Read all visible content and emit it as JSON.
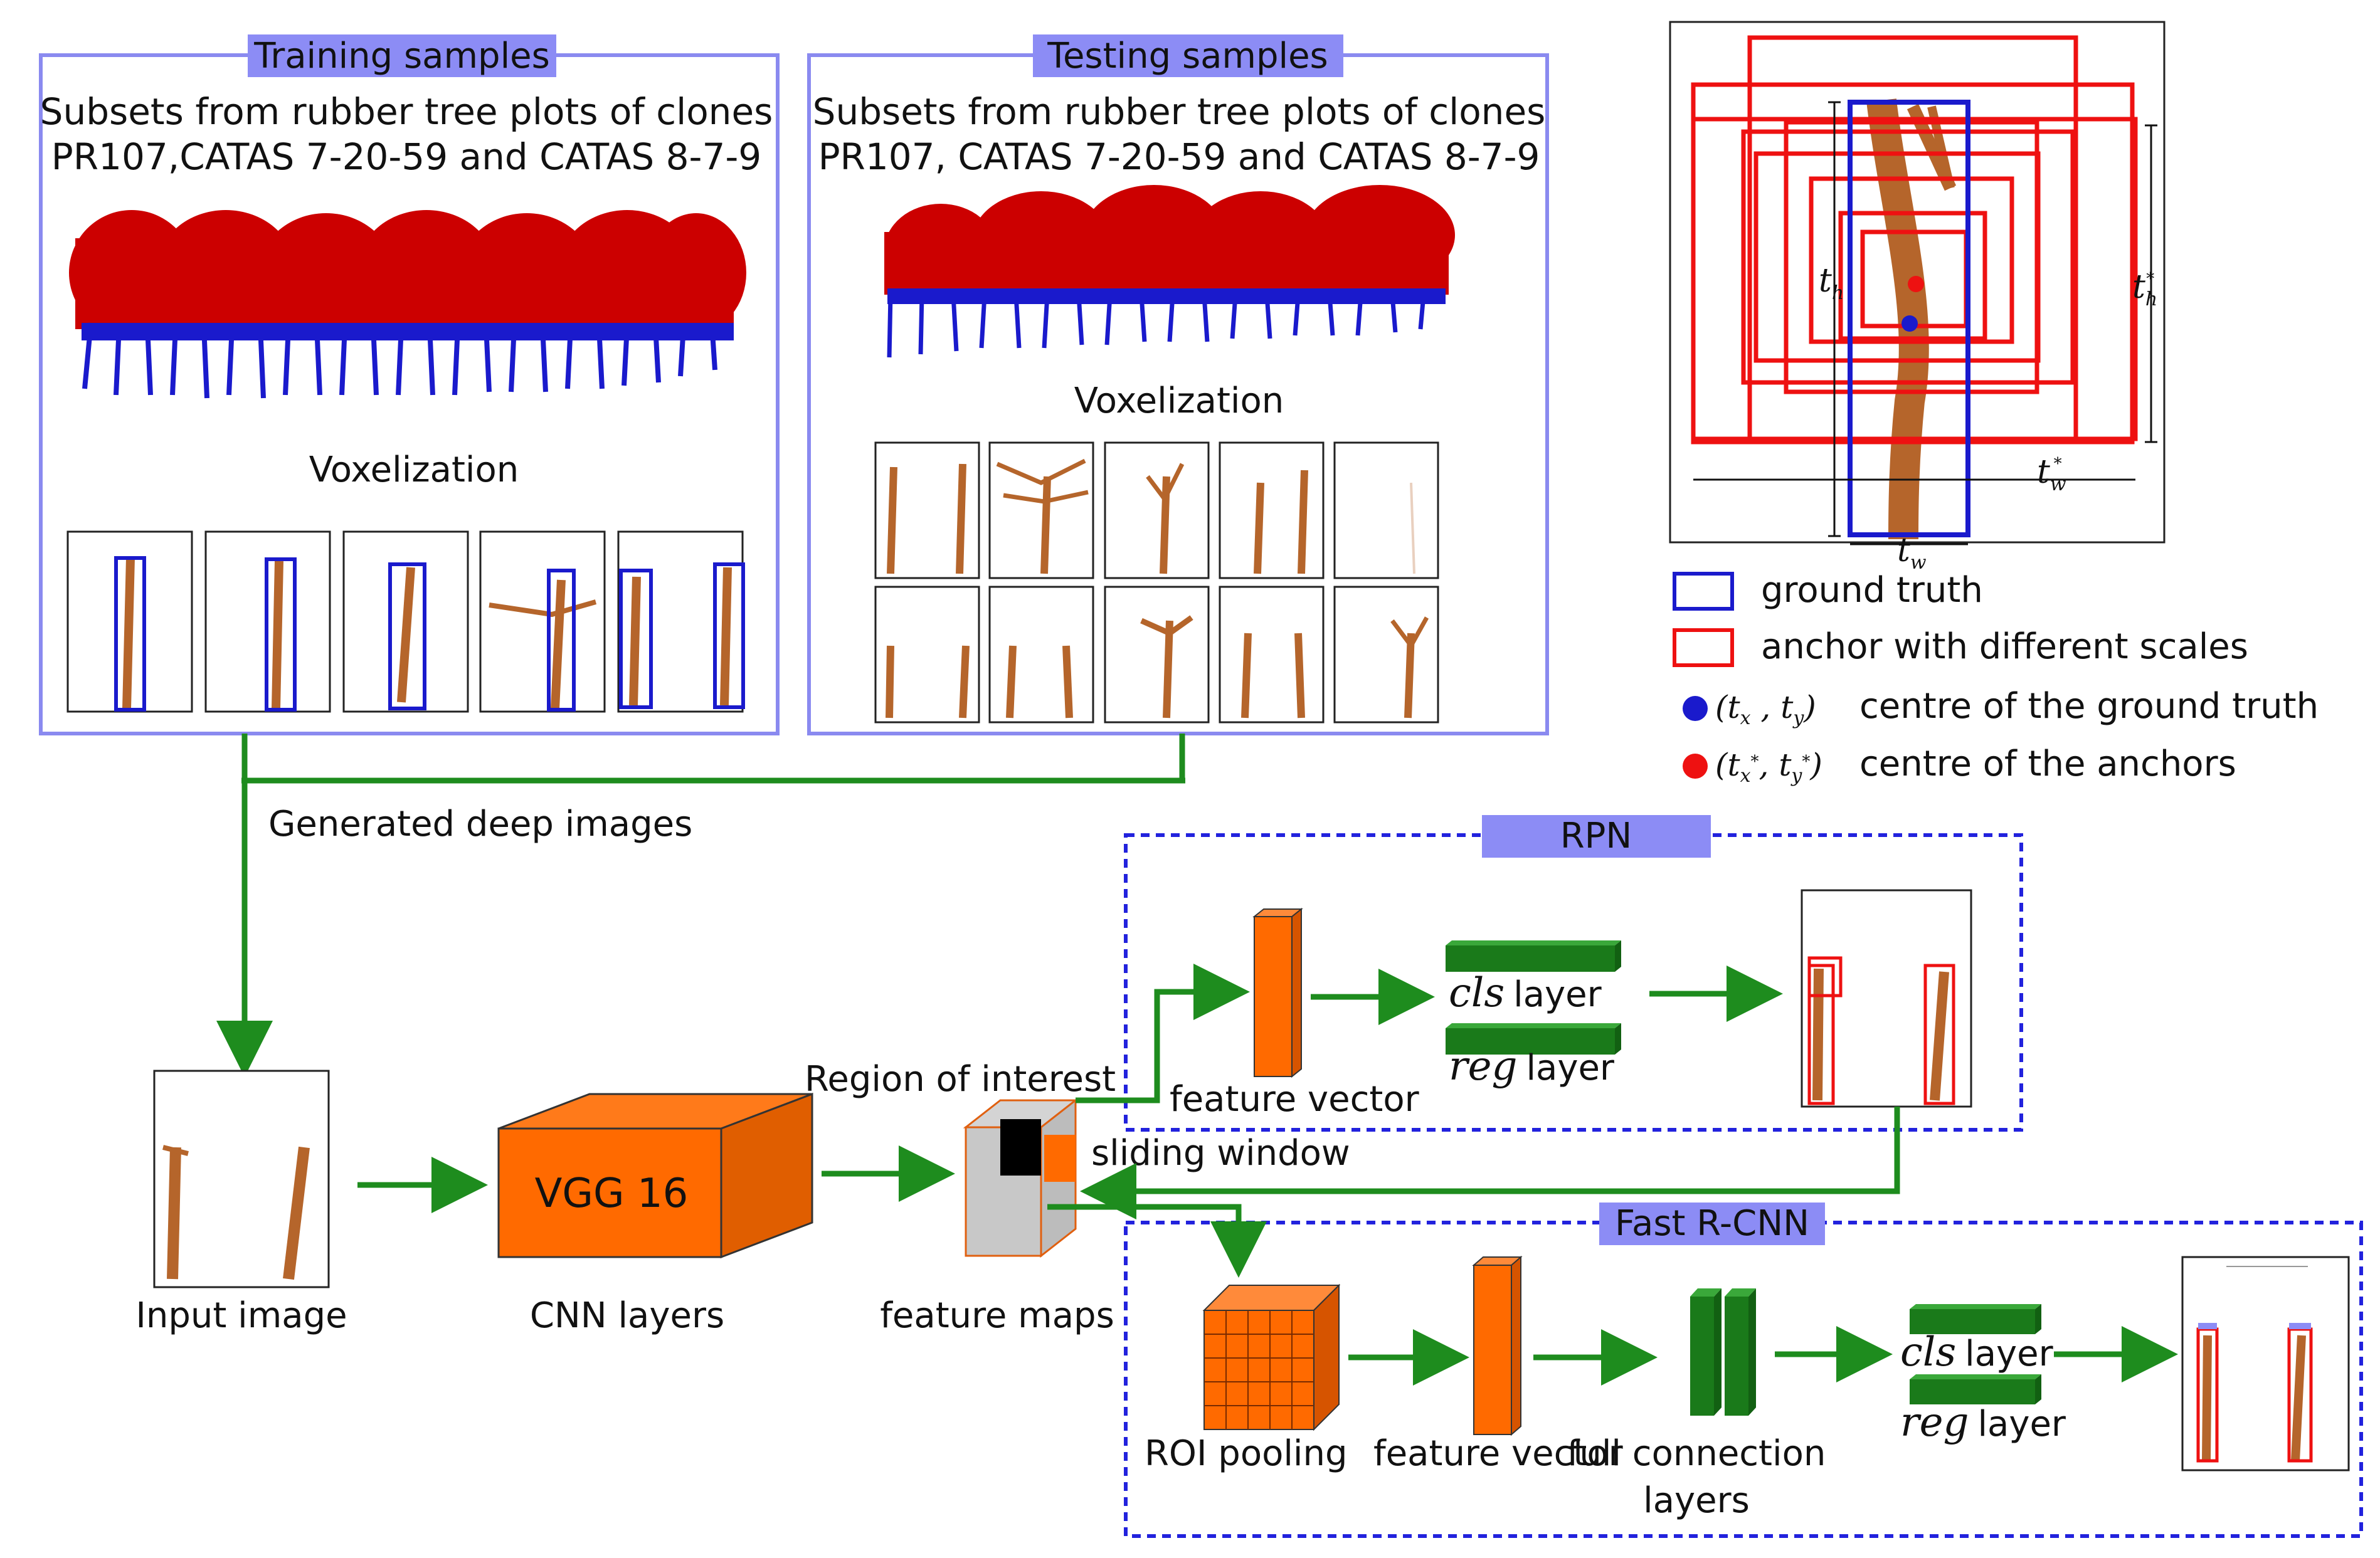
{
  "training": {
    "tag": "Training samples",
    "subtitle_line1": "Subsets from rubber tree plots of clones",
    "subtitle_line2": "PR107,CATAS 7-20-59 and CATAS 8-7-9",
    "voxelization": "Voxelization"
  },
  "testing": {
    "tag": "Testing samples",
    "subtitle_line1": "Subsets from rubber tree plots of clones",
    "subtitle_line2": "PR107, CATAS 7-20-59 and CATAS 8-7-9",
    "voxelization": "Voxelization"
  },
  "flow": {
    "generated": "Generated deep images",
    "input_image": "Input image",
    "vgg": "VGG 16",
    "cnn_layers": "CNN layers",
    "region_of_interest": "Region of interest",
    "sliding_window": "sliding window",
    "feature_maps": "feature maps"
  },
  "rpn": {
    "tag": "RPN",
    "feature_vector": "feature vector",
    "cls": "cls",
    "reg": "reg",
    "layer": "layer"
  },
  "fast_rcnn": {
    "tag": "Fast R-CNN",
    "roi_pooling": "ROI pooling",
    "feature_vector": "feature vector",
    "full_connection_1": "full connection",
    "full_connection_2": "layers",
    "cls": "cls",
    "reg": "reg",
    "layer": "layer"
  },
  "anchor_panel": {
    "th": "t",
    "th_sub": "h",
    "th_star": "t",
    "tw": "t",
    "tw_sub": "w",
    "tw_star": "t"
  },
  "legend": {
    "ground_truth": "ground truth",
    "anchor": "anchor with different scales",
    "gt_symbol": "(tx , ty)",
    "gt_centre": "centre of the ground truth",
    "anchor_symbol": "(tx* , ty*)",
    "anchor_centre": "centre of the anchors"
  },
  "colors": {
    "panel_border": "#8a8af0",
    "tag_fill": "#8c8cf5",
    "arrow": "#1e8c1e",
    "orange": "#ff6a00",
    "dashed": "#2222dd",
    "canopy": "#cc0000",
    "stem": "#1a1acc",
    "trunk": "#b5652b",
    "gt_box": "#1a1acc",
    "anchor_box": "#ee1111",
    "dark_green": "#1a7a1a"
  }
}
